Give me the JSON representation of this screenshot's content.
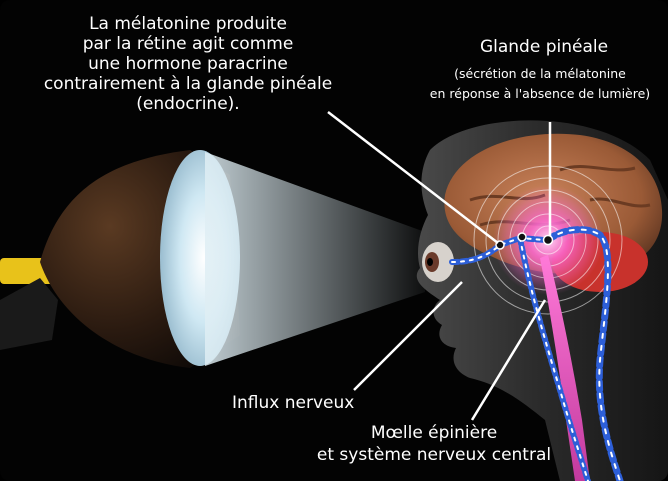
{
  "note": {
    "lines": [
      "La mélatonine produite",
      "par la rétine agit comme",
      "une hormone paracrine",
      "contrairement à la glande pinéale",
      "(endocrine)."
    ]
  },
  "pineal": {
    "title": "Glande pinéale",
    "subtitle_lines": [
      "(sécrétion de la mélatonine",
      "en réponse à l'absence de lumière)"
    ]
  },
  "labels": {
    "influx": "Influx nerveux",
    "moelle_lines": [
      "Mœlle épinière",
      "et système nerveux central"
    ]
  },
  "colors": {
    "background": "#030303",
    "text": "#ffffff",
    "lamp_clamp": "#e8c21a",
    "light_beam": "#dfeef4",
    "brain": "#a8653f",
    "pineal_glow": "#ff6ad5",
    "cerebellum": "#c8322c",
    "nerve_path": "#2d5fd8"
  },
  "icons": [
    "desk-lamp-icon",
    "human-head-silhouette-icon",
    "eye-icon",
    "brain-icon",
    "pineal-gland-icon",
    "spinal-cord-icon"
  ]
}
